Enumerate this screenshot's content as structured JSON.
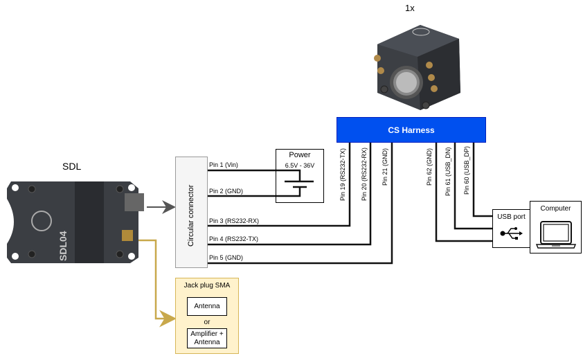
{
  "title_top": "1x",
  "sdl_label": "SDL",
  "harness": {
    "label": "CS Harness",
    "color": "#0050ef"
  },
  "circular_connector": {
    "label": "Circular connector"
  },
  "power": {
    "title": "Power",
    "voltage": "6.5V - 36V"
  },
  "connector_pins": [
    {
      "label": "Pin 1 (Vin)"
    },
    {
      "label": "Pin 2 (GND)"
    },
    {
      "label": "Pin 3 (RS232-RX)"
    },
    {
      "label": "Pin 4 (RS232-TX)"
    },
    {
      "label": "Pin 5 (GND)"
    }
  ],
  "harness_pins": [
    {
      "label": "Pin 19 (RS232-TX)"
    },
    {
      "label": "Pin 20 (RS232-RX)"
    },
    {
      "label": "Pin 21 (GND)"
    },
    {
      "label": "Pin 62 (GND)"
    },
    {
      "label": "Pin 61 (USB_DN)"
    },
    {
      "label": "Pin 60 (USB_DP)"
    }
  ],
  "usb": {
    "label": "USB port"
  },
  "computer": {
    "label": "Computer"
  },
  "sma": {
    "title": "Jack plug SMA",
    "option1": "Antenna",
    "or": "or",
    "option2_line1": "Amplifier +",
    "option2_line2": "Antenna",
    "color_fill": "#fff2cc",
    "color_stroke": "#d6b656",
    "wire_color": "#c8a84b"
  }
}
